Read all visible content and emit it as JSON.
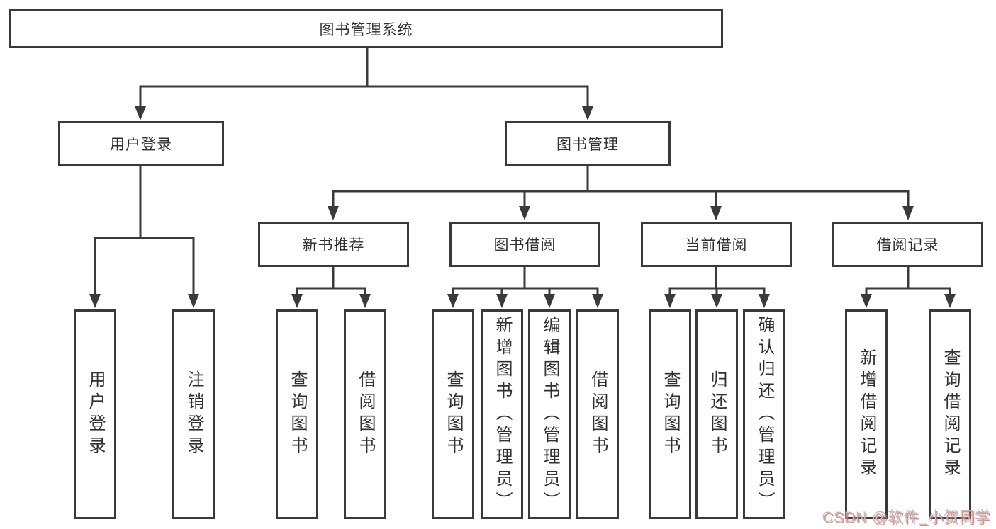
{
  "diagram": {
    "root": {
      "label": "图书管理系统"
    },
    "branches": {
      "user_login": {
        "label": "用户登录",
        "children": [
          "用户登录",
          "注销登录"
        ]
      },
      "book_mgmt": {
        "label": "图书管理"
      }
    },
    "modules": [
      {
        "label": "新书推荐",
        "children": [
          "查询图书",
          "借阅图书"
        ]
      },
      {
        "label": "图书借阅",
        "children": [
          "查询图书",
          "新增图书（管理员）",
          "编辑图书（管理员）",
          "借阅图书"
        ]
      },
      {
        "label": "当前借阅",
        "children": [
          "查询图书",
          "归还图书",
          "确认归还（管理员）"
        ]
      },
      {
        "label": "借阅记录",
        "children": [
          "新增借阅记录",
          "查询借阅记录"
        ]
      }
    ],
    "colors": {
      "line": "#3a3a3c",
      "text": "#303032",
      "background": "#ffffff",
      "watermark_gray": "#bdbdbd",
      "watermark_red": "#d96666"
    }
  },
  "watermark": {
    "text": "CSDN @软件_小贺同学"
  }
}
